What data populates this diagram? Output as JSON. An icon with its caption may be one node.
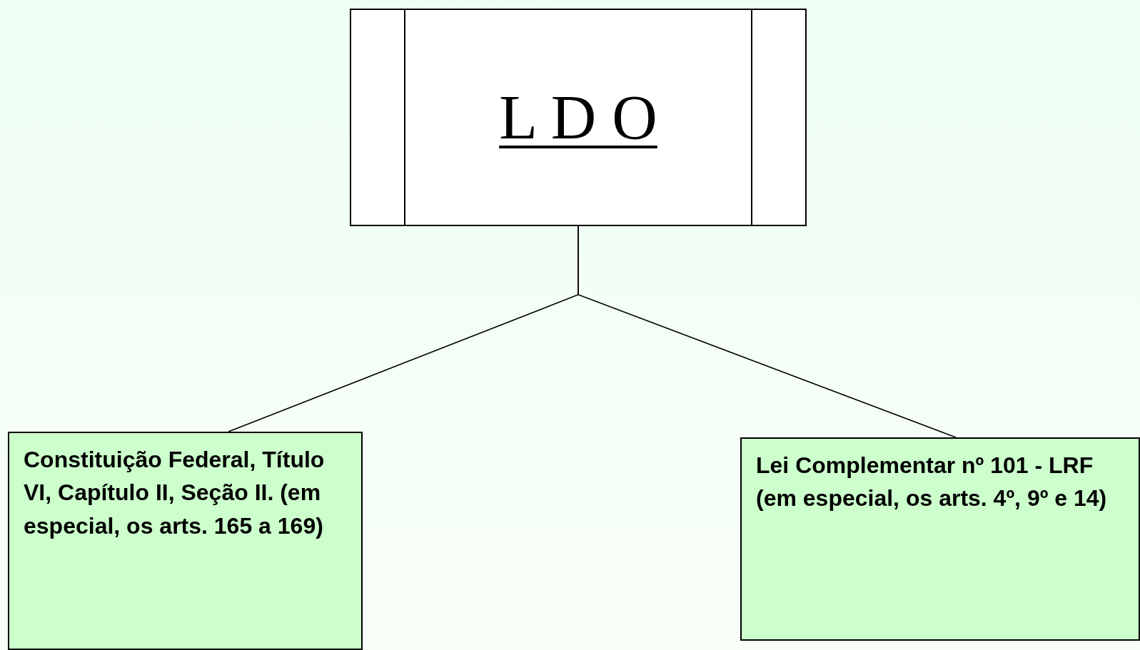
{
  "diagram": {
    "nodes": [
      {
        "text": [
          "L D O"
        ]
      },
      {
        "text": [
          "Constituição Federal, Título VI, Capítulo II, Seção II. (em especial, os arts. 165 a 169)"
        ]
      },
      {
        "text": [
          "Lei Complementar nº 101 - LRF (em especial, os arts. 4º, 9º e 14)"
        ]
      }
    ],
    "edges": [
      {
        "from": 0,
        "to": 1,
        "arrow": "none"
      },
      {
        "from": 0,
        "to": 2,
        "arrow": "none"
      }
    ]
  }
}
